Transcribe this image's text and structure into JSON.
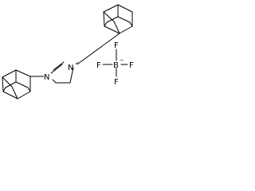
{
  "molecule": {
    "atoms": {
      "n1": "N",
      "n2": "N",
      "b": "B",
      "f_top": "F",
      "f_left": "F",
      "f_right": "F",
      "f_bottom": "F"
    },
    "charges": {
      "n2": "+",
      "b": "−"
    }
  }
}
